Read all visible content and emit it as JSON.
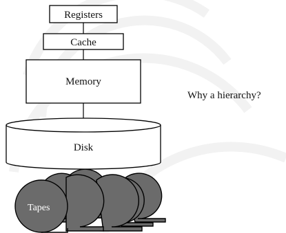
{
  "diagram": {
    "levels": {
      "registers": "Registers",
      "cache": "Cache",
      "memory": "Memory",
      "disk": "Disk",
      "tapes": "Tapes"
    },
    "question": "Why a hierarchy?"
  },
  "colors": {
    "background": "#ffffff",
    "watermark": "#f3f3f3",
    "stroke": "#000000",
    "tape_fill": "#6b6b6b",
    "tape_label": "#ffffff",
    "text": "#111111"
  }
}
